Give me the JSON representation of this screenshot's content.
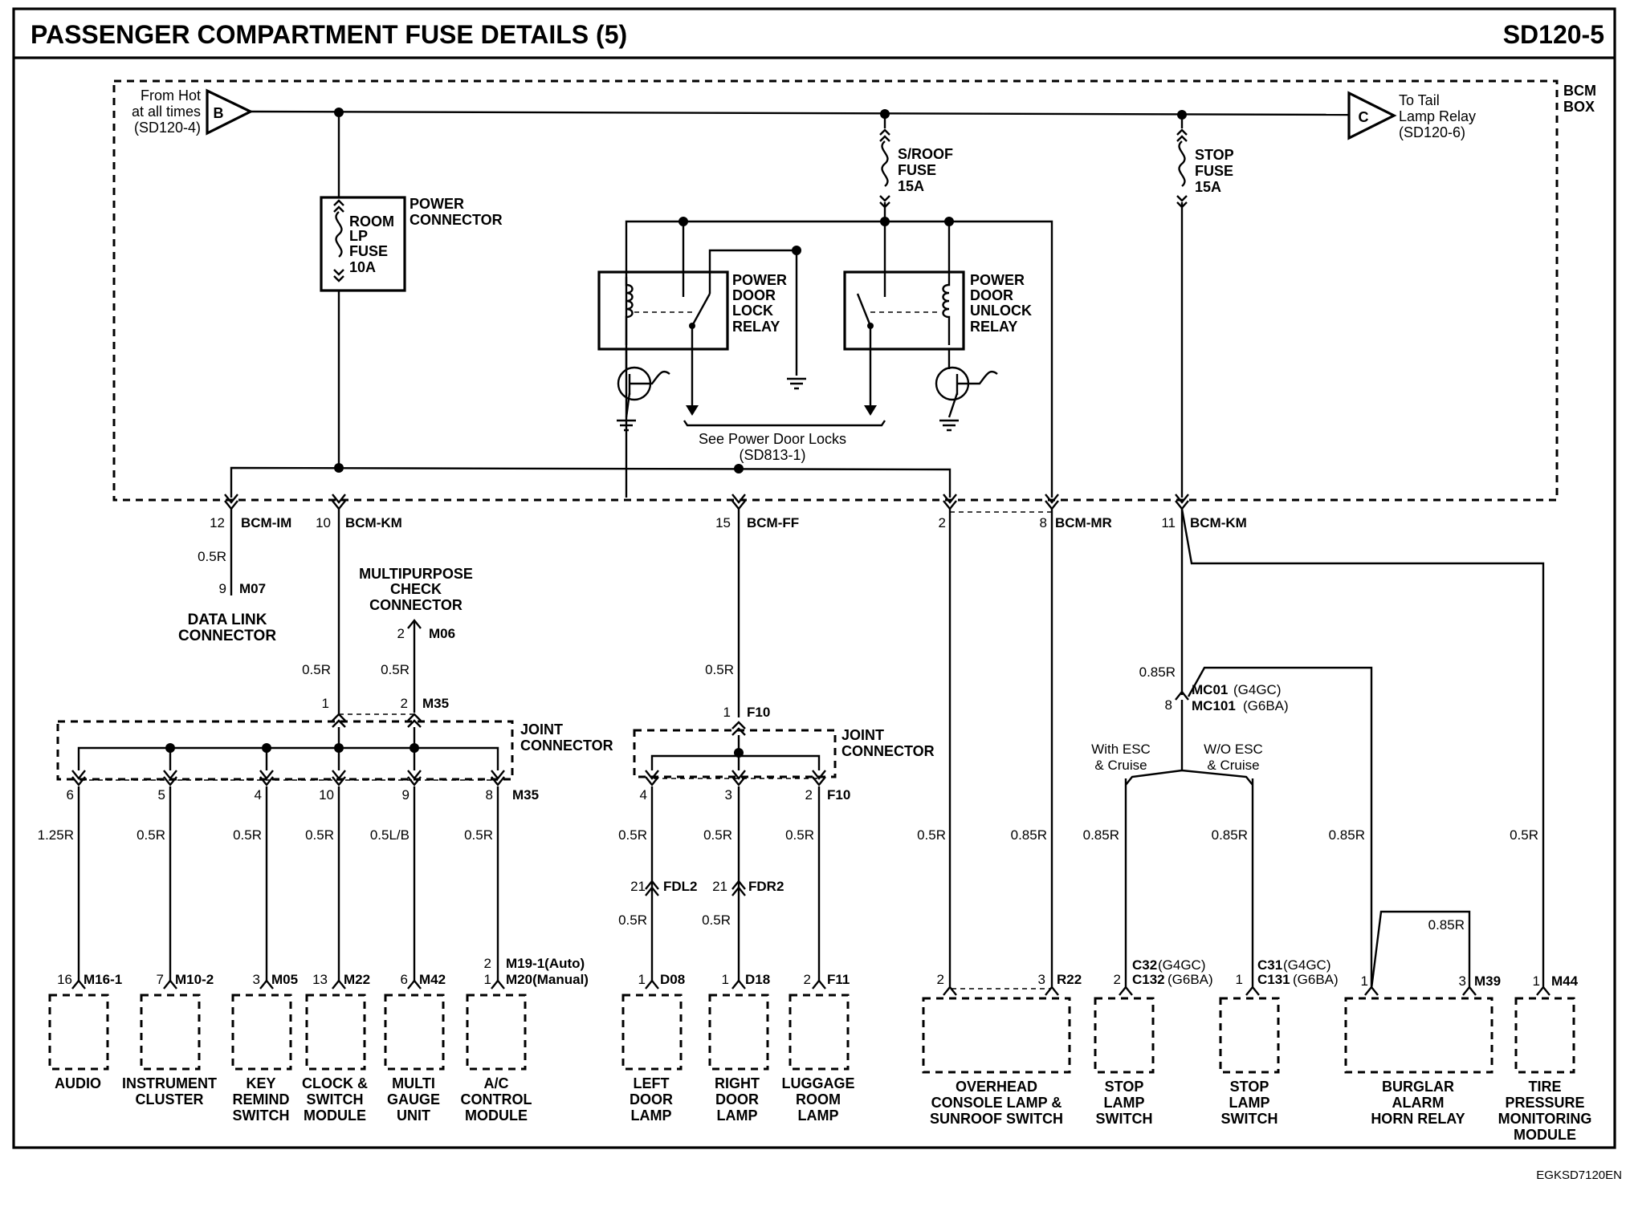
{
  "header": {
    "title": "PASSENGER COMPARTMENT FUSE DETAILS (5)",
    "code": "SD120-5"
  },
  "footer": {
    "ref": "EGKSD7120EN"
  },
  "bcm_box": {
    "label1": "BCM",
    "label2": "BOX"
  },
  "source_b": {
    "letter": "B",
    "line1": "From Hot",
    "line2": "at all times",
    "line3": "(SD120-4)"
  },
  "dest_c": {
    "letter": "C",
    "line1": "To Tail",
    "line2": "Lamp Relay",
    "line3": "(SD120-6)"
  },
  "fuses": {
    "sroof": {
      "l1": "S/ROOF",
      "l2": "FUSE",
      "l3": "15A"
    },
    "stop": {
      "l1": "STOP",
      "l2": "FUSE",
      "l3": "15A"
    },
    "room": {
      "l1": "ROOM",
      "l2": "LP",
      "l3": "FUSE",
      "l4": "10A"
    }
  },
  "power_connector": {
    "l1": "POWER",
    "l2": "CONNECTOR"
  },
  "relays": {
    "lock": {
      "l1": "POWER",
      "l2": "DOOR",
      "l3": "LOCK",
      "l4": "RELAY"
    },
    "unlock": {
      "l1": "POWER",
      "l2": "DOOR",
      "l3": "UNLOCK",
      "l4": "RELAY"
    }
  },
  "see_ref": {
    "l1": "See Power Door Locks",
    "l2": "(SD813-1)"
  },
  "bcm_pins": [
    {
      "pin": "12",
      "conn": "BCM-IM"
    },
    {
      "pin": "10",
      "conn": "BCM-KM"
    },
    {
      "pin": "15",
      "conn": "BCM-FF"
    },
    {
      "pin": "2",
      "conn": ""
    },
    {
      "pin": "8",
      "conn": "BCM-MR"
    },
    {
      "pin": "11",
      "conn": "BCM-KM"
    }
  ],
  "data_link": {
    "wire": "0.5R",
    "pin": "9",
    "conn": "M07",
    "l1": "DATA LINK",
    "l2": "CONNECTOR"
  },
  "multipurpose": {
    "l1": "MULTIPURPOSE",
    "l2": "CHECK",
    "l3": "CONNECTOR",
    "pin": "2",
    "conn": "M06",
    "wire": "0.5R"
  },
  "joint1": {
    "l1": "JOINT",
    "l2": "CONNECTOR",
    "in_wire": "0.5R",
    "in_pin1": "1",
    "in_pin2": "2",
    "in_conn": "M35",
    "out_conn": "M35",
    "outputs": [
      {
        "pin": "6",
        "wire": "1.25R",
        "cpin": "16",
        "conn": "M16-1",
        "name1": "AUDIO",
        "name2": "",
        "name3": ""
      },
      {
        "pin": "5",
        "wire": "0.5R",
        "cpin": "7",
        "conn": "M10-2",
        "name1": "INSTRUMENT",
        "name2": "CLUSTER",
        "name3": ""
      },
      {
        "pin": "4",
        "wire": "0.5R",
        "cpin": "3",
        "conn": "M05",
        "name1": "KEY",
        "name2": "REMIND",
        "name3": "SWITCH"
      },
      {
        "pin": "10",
        "wire": "0.5R",
        "cpin": "13",
        "conn": "M22",
        "name1": "CLOCK &",
        "name2": "SWITCH",
        "name3": "MODULE"
      },
      {
        "pin": "9",
        "wire": "0.5L/B",
        "cpin": "6",
        "conn": "M42",
        "name1": "MULTI",
        "name2": "GAUGE",
        "name3": "UNIT"
      },
      {
        "pin": "8",
        "wire": "0.5R",
        "cpin": "",
        "conn": "",
        "name1": "A/C",
        "name2": "CONTROL",
        "name3": "MODULE"
      }
    ],
    "ac_pin1": "2",
    "ac_conn1": "M19-1(Auto)",
    "ac_pin2": "1",
    "ac_conn2": "M20(Manual)"
  },
  "joint2": {
    "l1": "JOINT",
    "l2": "CONNECTOR",
    "in_wire": "0.5R",
    "in_pin": "1",
    "in_conn": "F10",
    "out_conn": "F10",
    "fdl2": {
      "pin": "21",
      "conn": "FDL2"
    },
    "fdr2": {
      "pin": "21",
      "conn": "FDR2"
    },
    "outputs": [
      {
        "pin": "4",
        "wire1": "0.5R",
        "wire2": "0.5R",
        "cpin": "1",
        "conn": "D08",
        "name1": "LEFT",
        "name2": "DOOR",
        "name3": "LAMP"
      },
      {
        "pin": "3",
        "wire1": "0.5R",
        "wire2": "0.5R",
        "cpin": "1",
        "conn": "D18",
        "name1": "RIGHT",
        "name2": "DOOR",
        "name3": "LAMP"
      },
      {
        "pin": "2",
        "wire1": "0.5R",
        "wire2": "",
        "cpin": "2",
        "conn": "F11",
        "name1": "LUGGAGE",
        "name2": "ROOM",
        "name3": "LAMP"
      }
    ]
  },
  "overhead": {
    "wire1": "0.5R",
    "wire2": "0.85R",
    "pin1": "2",
    "pin2": "3",
    "conn": "R22",
    "name1": "OVERHEAD",
    "name2": "CONSOLE LAMP &",
    "name3": "SUNROOF SWITCH"
  },
  "stop_branch": {
    "wire": "0.85R",
    "pin": "8",
    "conn1": "MC01",
    "eng1": "(G4GC)",
    "conn2": "MC101",
    "eng2": "(G6BA)",
    "with_l1": "With ESC",
    "with_l2": "& Cruise",
    "wo_l1": "W/O ESC",
    "wo_l2": "& Cruise",
    "sw1": {
      "wire": "0.85R",
      "pin": "2",
      "c1": "C32",
      "e1": "(G4GC)",
      "c2": "C132",
      "e2": "(G6BA)",
      "name1": "STOP",
      "name2": "LAMP",
      "name3": "SWITCH"
    },
    "sw2": {
      "wire": "0.85R",
      "pin": "1",
      "c1": "C31",
      "e1": "(G4GC)",
      "c2": "C131",
      "e2": "(G6BA)",
      "name1": "STOP",
      "name2": "LAMP",
      "name3": "SWITCH"
    }
  },
  "burglar": {
    "wire": "0.85R",
    "loop_wire": "0.85R",
    "pin1": "1",
    "pin2": "3",
    "conn": "M39",
    "name1": "BURGLAR",
    "name2": "ALARM",
    "name3": "HORN RELAY"
  },
  "tpms": {
    "wire": "0.5R",
    "pin": "1",
    "conn": "M44",
    "name1": "TIRE",
    "name2": "PRESSURE",
    "name3": "MONITORING",
    "name4": "MODULE"
  }
}
